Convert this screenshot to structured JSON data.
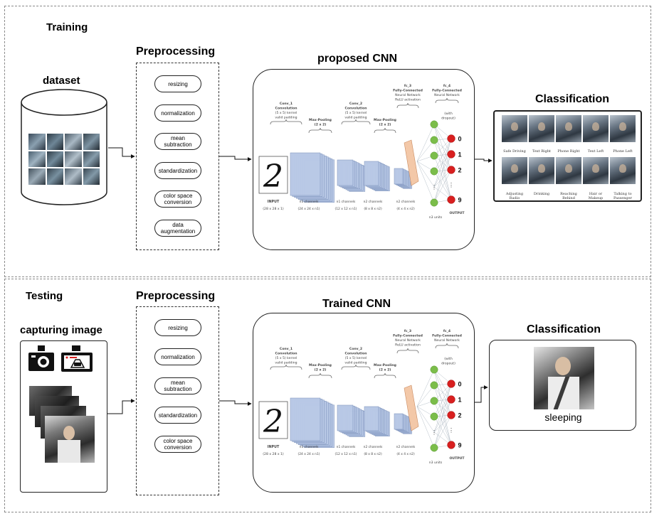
{
  "training": {
    "title": "Training",
    "dataset_label": "dataset",
    "preprocessing_title": "Preprocessing",
    "preprocessing_steps": [
      "resizing",
      "normalization",
      "mean subtraction",
      "standardization",
      "color space conversion",
      "data augmentation"
    ],
    "cnn_title": "proposed CNN",
    "classification_title": "Classification",
    "class_captions_row1": [
      "Safe Driving",
      "Text Right",
      "Phone Right",
      "Text Left",
      "Phone Left"
    ],
    "class_captions_row2": [
      "Adjusting Radio",
      "Drinking",
      "Reaching Behind",
      "Hair or Makeup",
      "Talking to Passenger"
    ]
  },
  "testing": {
    "title": "Testing",
    "capture_label": "capturing image",
    "preprocessing_title": "Preprocessing",
    "preprocessing_steps": [
      "resizing",
      "normalization",
      "mean subtraction",
      "standardization",
      "color space conversion"
    ],
    "cnn_title": "Trained CNN",
    "classification_title": "Classification",
    "result_label": "sleeping"
  },
  "cnn_diagram": {
    "conv1": [
      "Conv_1",
      "Convolution",
      "(5 x 5) kernel",
      "valid padding"
    ],
    "pool1": [
      "Max-Pooling",
      "(2 x 2)"
    ],
    "conv2": [
      "Conv_2",
      "Convolution",
      "(5 x 5) kernel",
      "valid padding"
    ],
    "pool2": [
      "Max-Pooling",
      "(2 x 2)"
    ],
    "fc3": [
      "fc_3",
      "Fully-Connected",
      "Neural Network",
      "ReLU activation"
    ],
    "fc4": [
      "fc_4",
      "Fully-Connected",
      "Neural Network"
    ],
    "dropout": [
      "(with",
      "dropout)"
    ],
    "outputs": [
      "0",
      "1",
      "2",
      "9"
    ],
    "input_label": "INPUT",
    "input_dims": "(28 x 28 x 1)",
    "dims": [
      "n1 channels",
      "(24 x 24 x n1)",
      "n1 channels",
      "(12 x 12 x n1)",
      "n2 channels",
      "(8 x 8 x n2)",
      "n2 channels",
      "(4 x 4 x n2)"
    ],
    "units_label": "n3 units",
    "output_label": "OUTPUT",
    "digit": "2"
  },
  "colors": {
    "layer_fill": "#b9c9e6",
    "flatten": "#f3c8a8",
    "neuron": "#7bbd4a",
    "output": "#d81f1f"
  }
}
